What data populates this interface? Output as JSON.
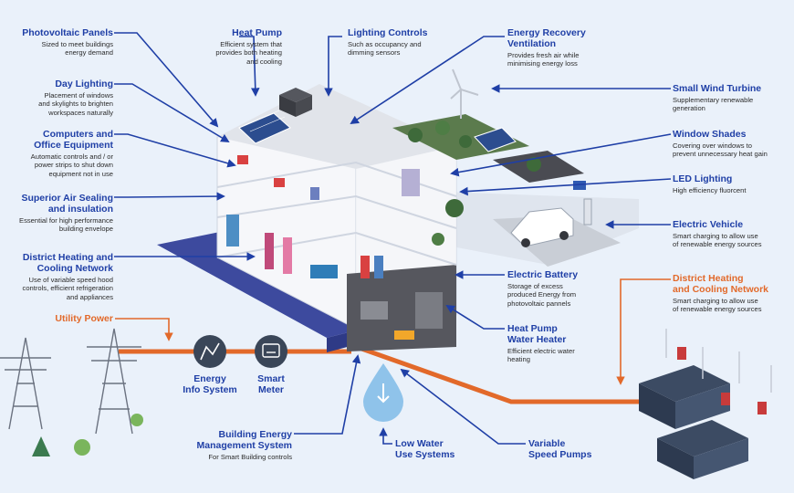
{
  "labels": {
    "photovoltaic": {
      "title": "Photovoltaic Panels",
      "desc": "Sized to meet buildings\nenergy demand"
    },
    "heat_pump": {
      "title": "Heat Pump",
      "desc": "Efficient system that\nprovides both heating\nand cooling"
    },
    "lighting_controls": {
      "title": "Lighting Controls",
      "desc": "Such as occupancy and\ndimming sensors"
    },
    "energy_recovery": {
      "title": "Energy Recovery\nVentilation",
      "desc": "Provides fresh air while\nminimising energy loss"
    },
    "day_lighting": {
      "title": "Day Lighting",
      "desc": "Placement of windows\nand skylights to brighten\nworkspaces naturally"
    },
    "small_wind": {
      "title": "Small Wind Turbine",
      "desc": "Supplementary renewable\ngeneration"
    },
    "computers": {
      "title": "Computers and\nOffice Equipment",
      "desc": "Automatic controls and / or\npower strips to shut down\nequipment not in use"
    },
    "window_shades": {
      "title": "Window Shades",
      "desc": "Covering over windows to\nprevent unnecessary heat gain"
    },
    "led": {
      "title": "LED Lighting",
      "desc": "High efficiency fluorcent"
    },
    "air_sealing": {
      "title": "Superior Air Sealing\nand insulation",
      "desc": "Essential for high performance\nbuilding envelope"
    },
    "electric_vehicle": {
      "title": "Electric Vehicle",
      "desc": "Smart charging to allow use\nof renewable energy sources"
    },
    "district_left": {
      "title": "District Heating and\nCooling Network",
      "desc": "Use of variable speed hood\ncontrols, efficient refrigeration\nand appliances"
    },
    "electric_battery": {
      "title": "Electric Battery",
      "desc": "Storage of excess\nproduced Energy from\nphotovoltaic pannels"
    },
    "district_right": {
      "title": "District Heating\nand Cooling Network",
      "desc": "Smart charging to allow use\nof renewable energy sources"
    },
    "utility_power": {
      "title": "Utility Power"
    },
    "hp_water": {
      "title": "Heat Pump\nWater Heater",
      "desc": "Efficient electric water\nheating"
    },
    "energy_info": {
      "title": "Energy\nInfo System"
    },
    "smart_meter": {
      "title": "Smart\nMeter"
    },
    "bems": {
      "title": "Building Energy\nManagement System",
      "desc": "For Smart Building controls"
    },
    "low_water": {
      "title": "Low Water\nUse Systems"
    },
    "variable_pumps": {
      "title": "Variable\nSpeed Pumps"
    }
  },
  "colors": {
    "background": "#eaf1fa",
    "label_blue": "#1f3fa6",
    "utility_orange": "#e2692a",
    "base_navy": "#3d4a9e",
    "icon_dark": "#3a4658"
  },
  "icons": [
    "solar-panel-icon",
    "heat-pump-icon",
    "wind-turbine-icon",
    "electric-car-icon",
    "chart-icon",
    "meter-icon",
    "water-drop-icon",
    "power-pylon-icon"
  ]
}
